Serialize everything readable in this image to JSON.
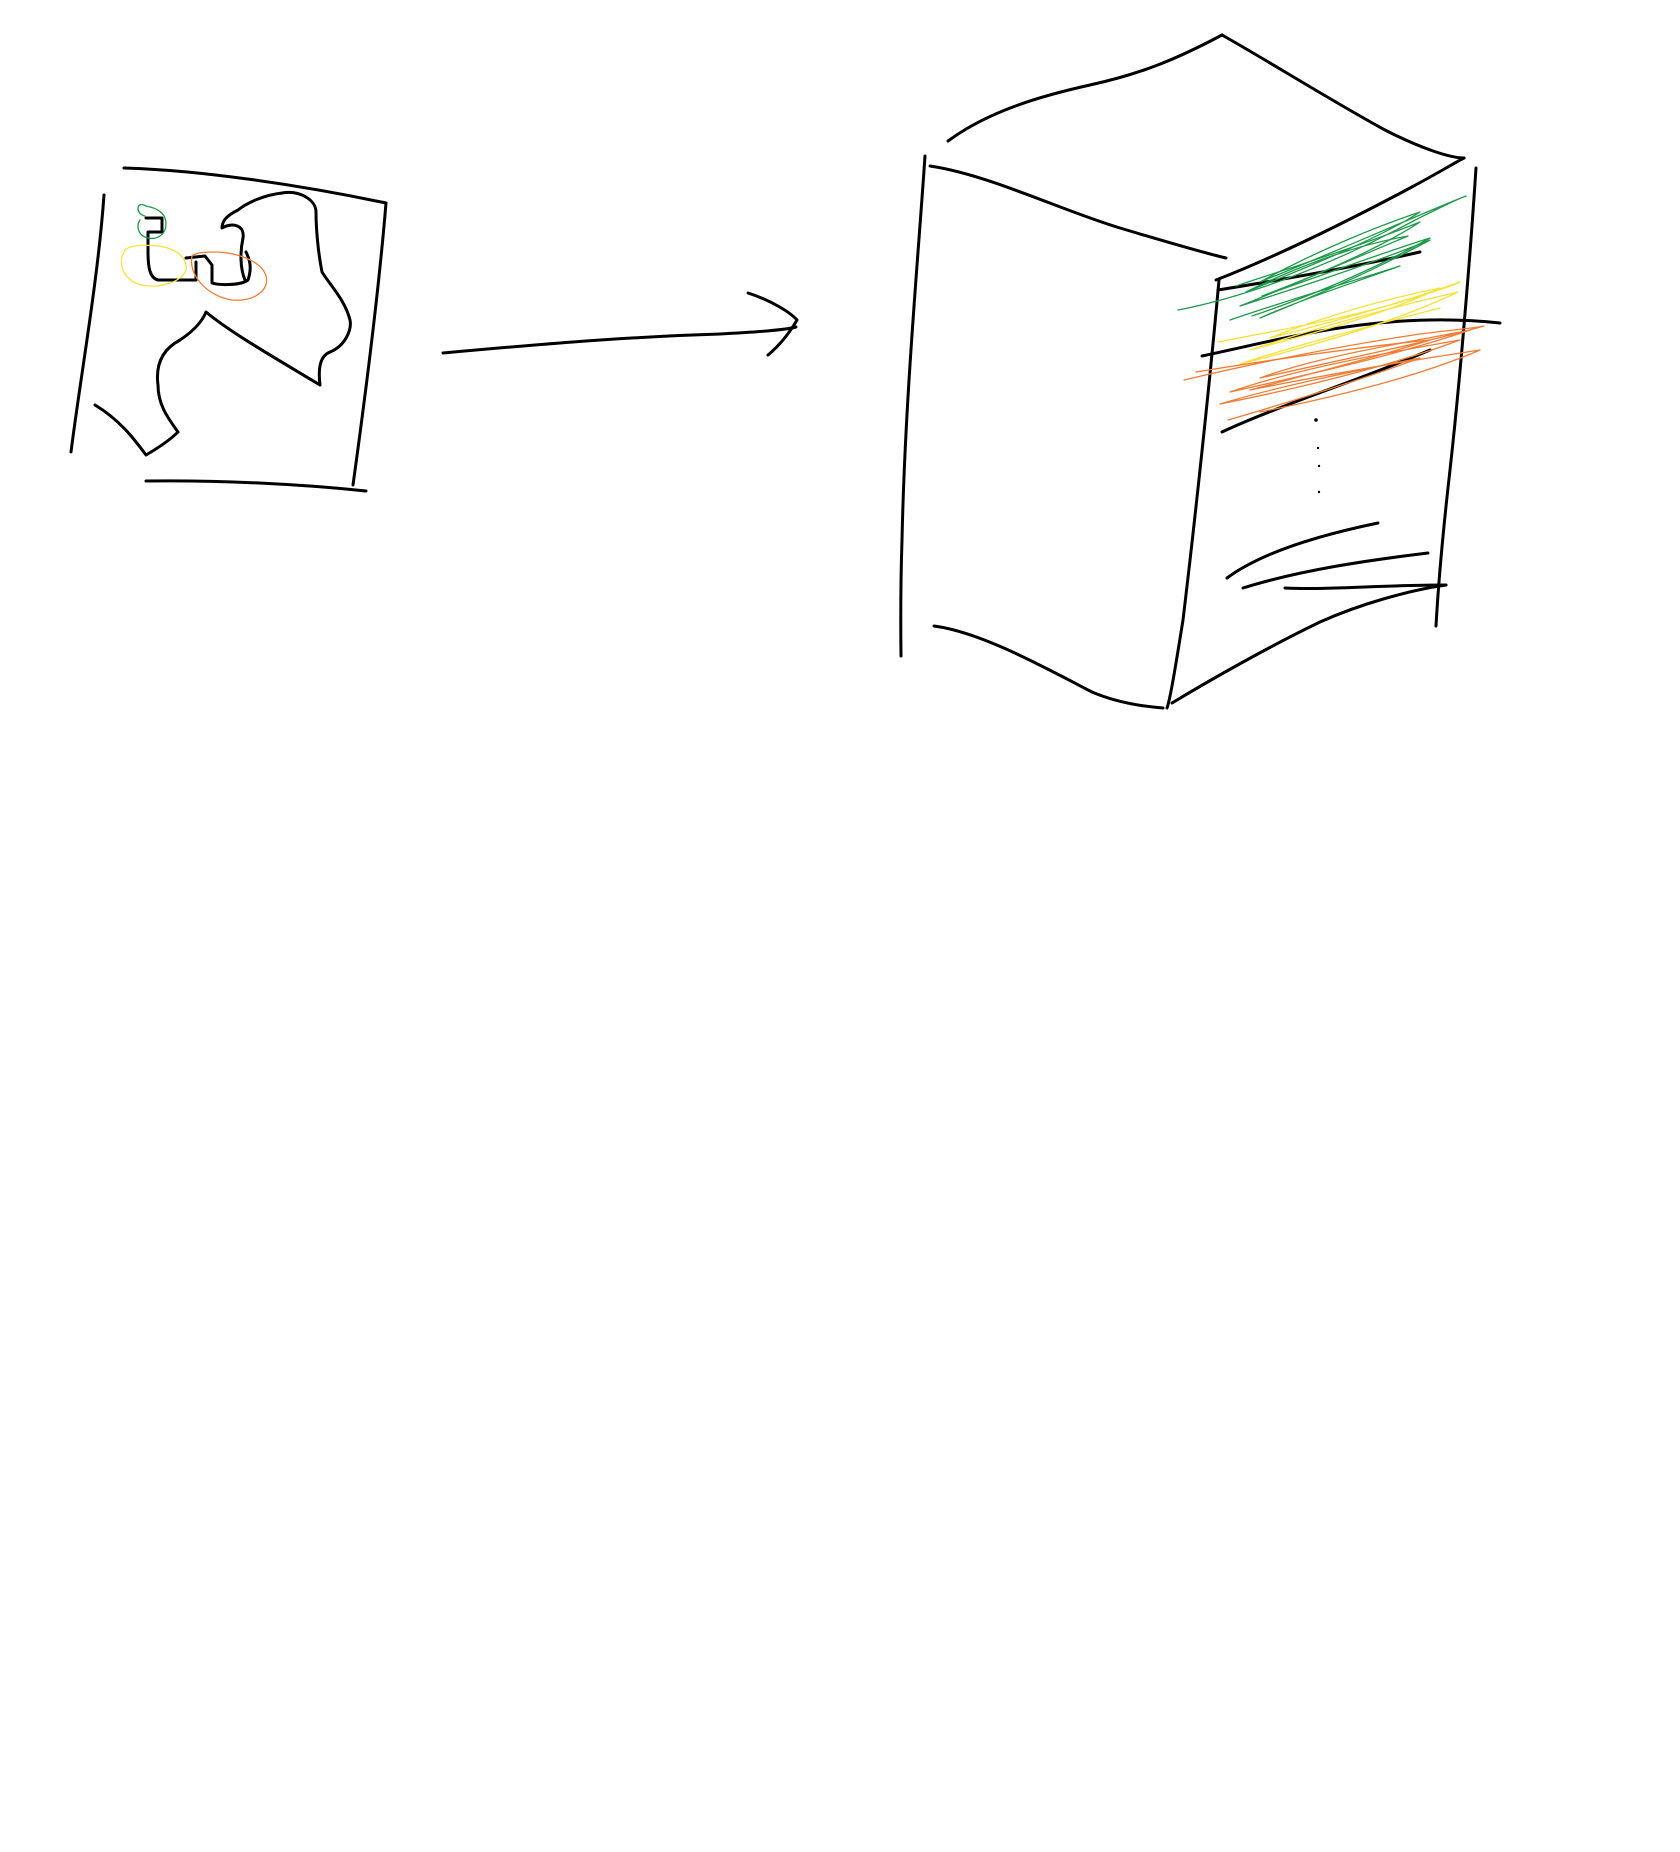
{
  "colors": {
    "background": "#ffffff",
    "ink": "#000000",
    "green": "#1f9a4a",
    "yellow": "#f7e23a",
    "orange": "#ef7d35"
  },
  "sketch": {
    "source_page": {
      "name": "puzzle-page-sketch",
      "highlight_colors": [
        "green",
        "yellow",
        "orange"
      ]
    },
    "arrow": {
      "name": "transform-arrow"
    },
    "stack_box": {
      "name": "layered-box-sketch",
      "layer_colors": [
        "green",
        "yellow",
        "orange"
      ],
      "continuation": "dotted"
    }
  }
}
